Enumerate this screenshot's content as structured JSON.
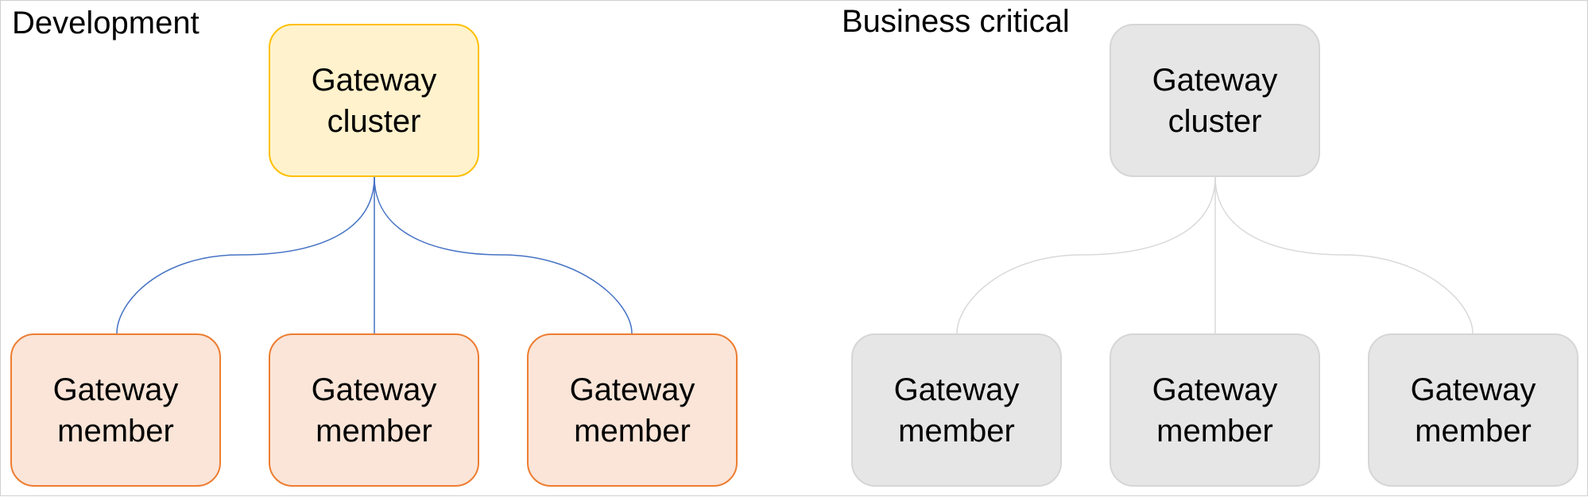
{
  "sections": [
    {
      "title": "Development",
      "cluster": {
        "line1": "Gateway",
        "line2": "cluster"
      },
      "members": [
        {
          "line1": "Gateway",
          "line2": "member"
        },
        {
          "line1": "Gateway",
          "line2": "member"
        },
        {
          "line1": "Gateway",
          "line2": "member"
        }
      ]
    },
    {
      "title": "Business critical",
      "cluster": {
        "line1": "Gateway",
        "line2": "cluster"
      },
      "members": [
        {
          "line1": "Gateway",
          "line2": "member"
        },
        {
          "line1": "Gateway",
          "line2": "member"
        },
        {
          "line1": "Gateway",
          "line2": "member"
        }
      ]
    }
  ],
  "colors": {
    "dev_cluster_fill": "#fff2cc",
    "dev_cluster_border": "#ffc000",
    "dev_member_fill": "#fae5d8",
    "dev_member_border": "#ed7d31",
    "dev_connector": "#4472c4",
    "bc_fill": "#e6e6e6",
    "bc_border": "#d6d6d6",
    "bc_connector": "#d9d9d9"
  }
}
